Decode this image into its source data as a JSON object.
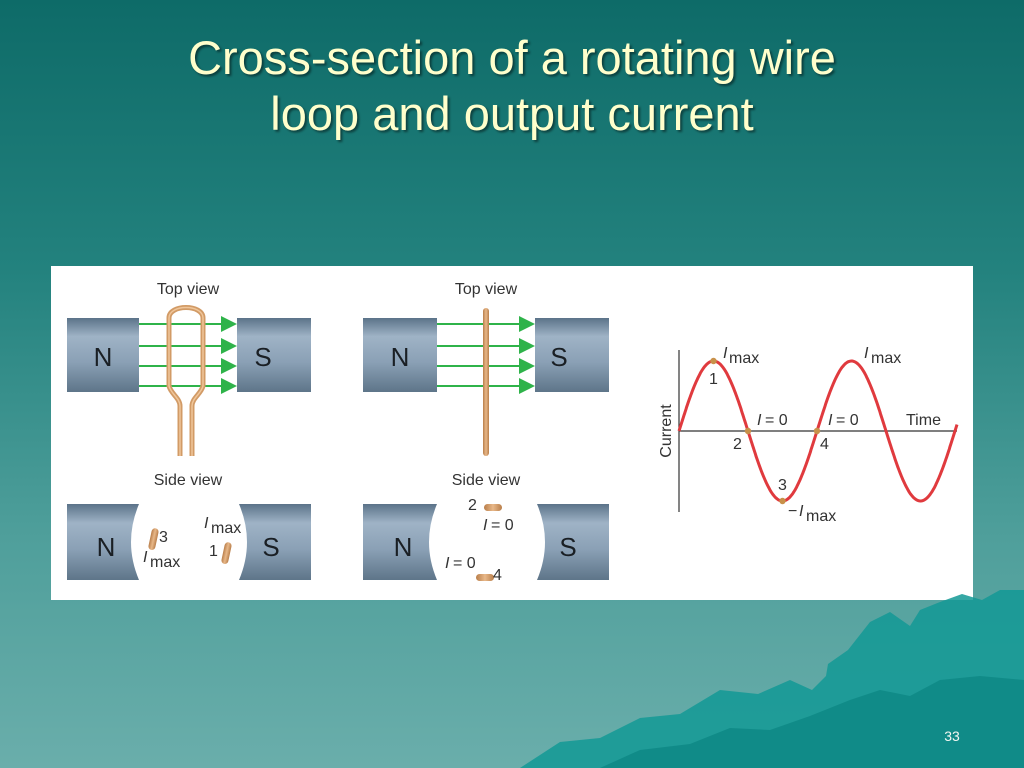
{
  "slide": {
    "title_line1": "Cross-section of a rotating wire",
    "title_line2": "loop and output current",
    "page_number": "33"
  },
  "figure": {
    "panel_left": {
      "top_view_label": "Top view",
      "side_view_label": "Side view",
      "magnet_north": "N",
      "magnet_south": "S",
      "side_labels": {
        "i_max_top_italic": "I",
        "i_max_top_sub": "max",
        "pos_1": "1",
        "pos_3": "3",
        "i_max_bottom_italic": "I",
        "i_max_bottom_sub": "max"
      }
    },
    "panel_middle": {
      "top_view_label": "Top view",
      "side_view_label": "Side view",
      "magnet_north": "N",
      "magnet_south": "S",
      "side_labels": {
        "pos_2": "2",
        "pos_4": "4",
        "i_zero_upper": "= 0",
        "i_zero_lower": "= 0",
        "i_italic": "I"
      }
    },
    "graph": {
      "y_axis_label": "Current",
      "x_axis_label": "Time",
      "i_italic": "I",
      "max_sub": "max",
      "neg_sign": "−",
      "i_zero_text": "= 0",
      "point_labels": [
        "1",
        "2",
        "3",
        "4"
      ],
      "curve_color": "#e03a3e",
      "point_color": "#c8914a"
    },
    "colors": {
      "field_lines": "#2fb34a",
      "wire": "#d7a06d",
      "magnet": "#8ea4b8"
    }
  }
}
